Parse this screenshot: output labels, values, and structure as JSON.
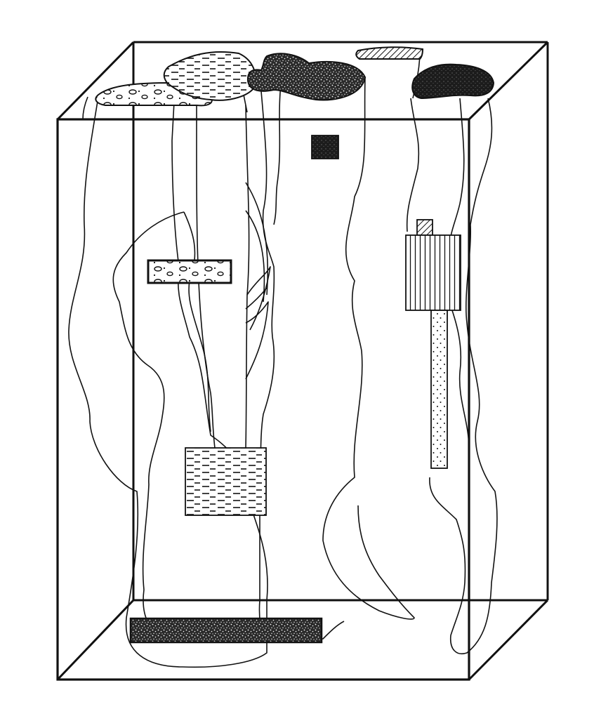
{
  "figure": {
    "kind": "block-diagram-3d",
    "description_visible_text": "",
    "colors": {
      "ink": "#111111",
      "paper": "#ffffff",
      "dark_fill": "#2a2a2a"
    },
    "bodies": [
      {
        "name": "lenticular-dashed-body",
        "pattern": "dashes"
      },
      {
        "name": "pebble-body",
        "pattern": "ellipses"
      },
      {
        "name": "stippled-dark-body-top",
        "pattern": "dense-stipple"
      },
      {
        "name": "hatched-body-top",
        "pattern": "diagonal-hatch"
      },
      {
        "name": "dark-body-right",
        "pattern": "dark-stipple"
      }
    ],
    "samples": [
      {
        "name": "sample-pebbles",
        "pattern": "ellipses"
      },
      {
        "name": "sample-dashes",
        "pattern": "dashes"
      },
      {
        "name": "sample-dark-stipple-bar",
        "pattern": "dense-stipple"
      },
      {
        "name": "sample-vertical-lines",
        "pattern": "vertical-lines"
      },
      {
        "name": "sample-dots-column",
        "pattern": "sparse-dots"
      },
      {
        "name": "sample-small-dark-square",
        "pattern": "dark-stipple"
      },
      {
        "name": "sample-small-hatch",
        "pattern": "diagonal-hatch"
      }
    ]
  }
}
